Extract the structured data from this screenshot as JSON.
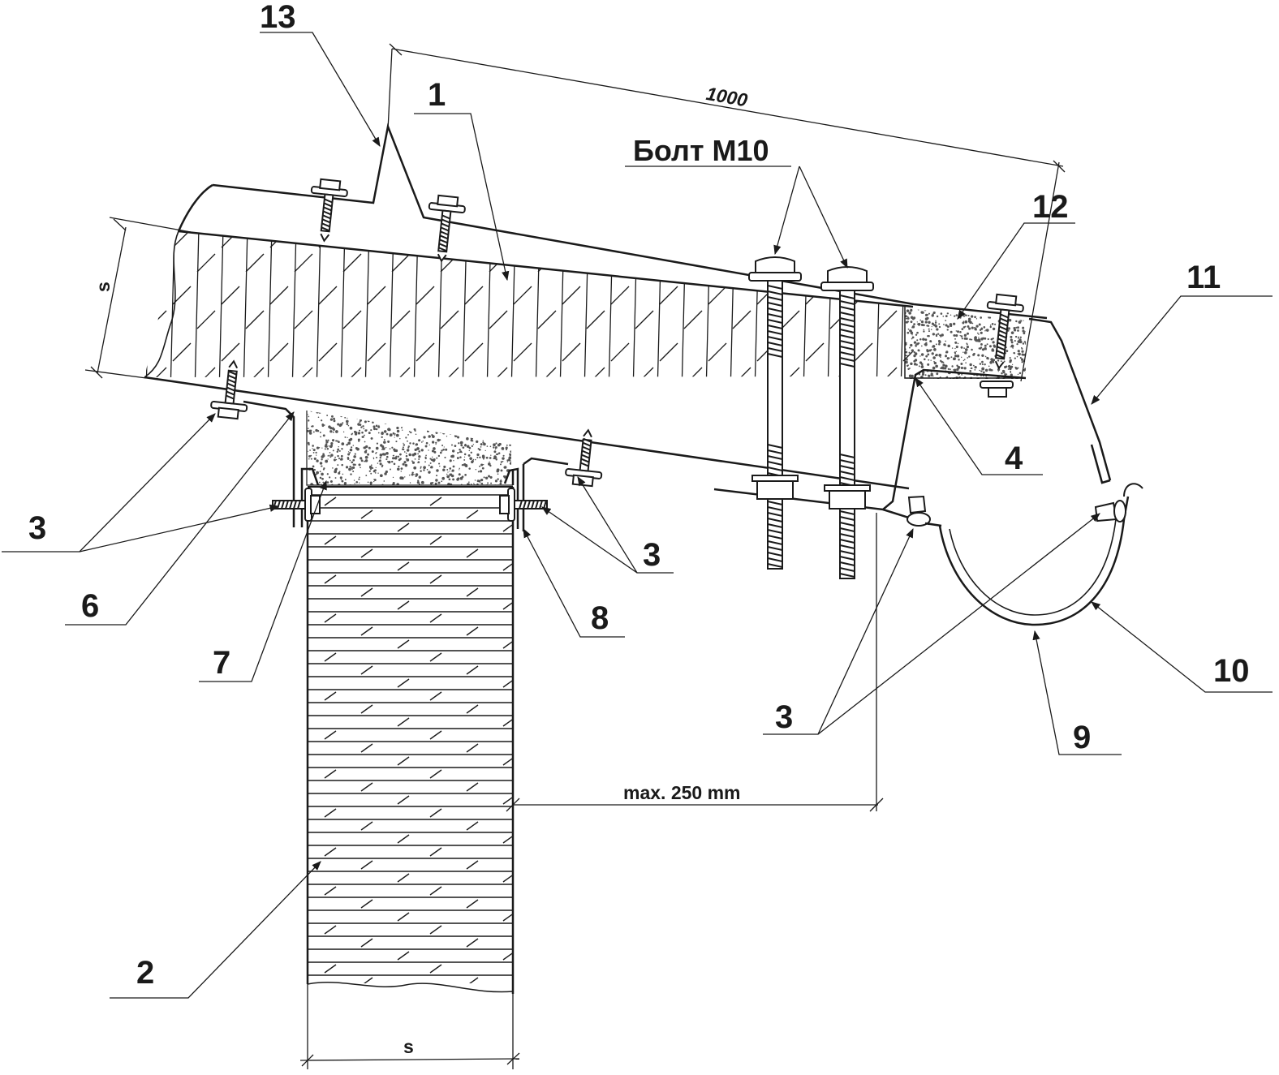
{
  "labels": {
    "n1": "1",
    "n2": "2",
    "n3a": "3",
    "n3b": "3",
    "n3c": "3",
    "n4": "4",
    "n6": "6",
    "n7": "7",
    "n8": "8",
    "n9": "9",
    "n10": "10",
    "n11": "11",
    "n12": "12",
    "n13": "13"
  },
  "annotations": {
    "bolt": "Болт М10",
    "dim_1000": "1000",
    "dim_overhang": "max. 250 mm",
    "dim_s_wall": "s",
    "dim_s_roof": "s"
  },
  "colors": {
    "ink": "#1a1a1a",
    "foam_dots": "#555555",
    "paper": "#ffffff"
  }
}
